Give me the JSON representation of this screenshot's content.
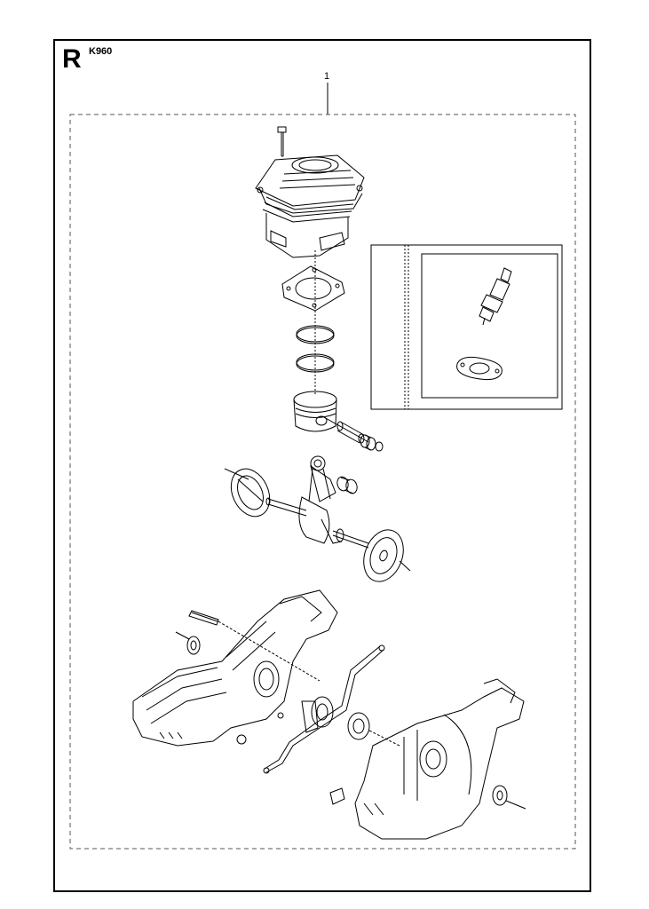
{
  "header": {
    "section_letter": "R",
    "model": "K960"
  },
  "callouts": {
    "item_1": "1"
  },
  "parts": [
    "screw-icon",
    "cylinder-icon",
    "cylinder-gasket-icon",
    "piston-ring-icon",
    "piston-icon",
    "piston-pin-icon",
    "needle-bearing-icon",
    "circlip-icon",
    "crankshaft-icon",
    "flywheel-half-icon",
    "spark-plug-icon",
    "exhaust-gasket-icon",
    "crankcase-half-icon",
    "crankcase-gasket-icon",
    "ball-bearing-icon",
    "oil-seal-icon"
  ],
  "colors": {
    "line": "#000000",
    "dash": "#555555",
    "background": "#ffffff"
  }
}
